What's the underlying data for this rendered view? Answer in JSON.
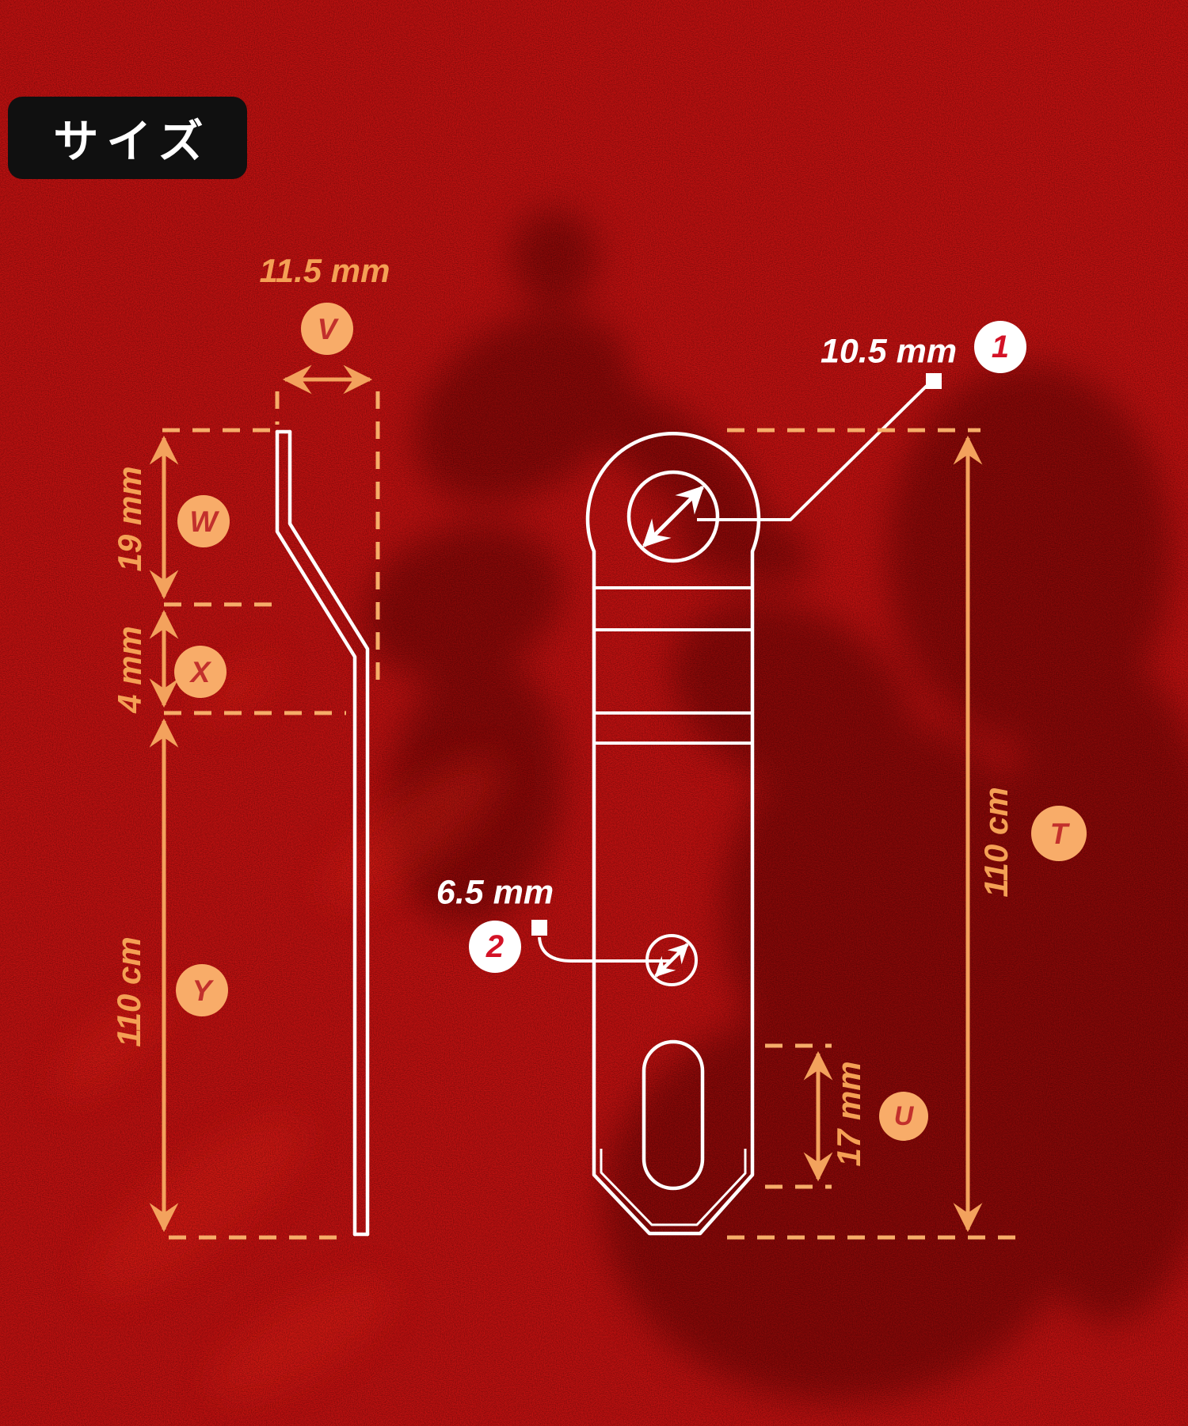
{
  "title_badge": "サイズ",
  "colors": {
    "background_red": "#C31111",
    "silhouette_dark": "#520505",
    "accent_orange_line": "#F3A25D",
    "accent_orange_dash": "#F6AD69",
    "accent_orange_text": "#F4A055",
    "badge_circle_fill": "#F8AC69",
    "badge_letter_red": "#C2302C",
    "line_white": "#FFFFFF",
    "number_red": "#D31226",
    "title_badge_black": "#101010"
  },
  "side_view": {
    "width": {
      "marker": "V",
      "value": "11.5 mm"
    },
    "sections": [
      {
        "marker": "W",
        "value": "19 mm"
      },
      {
        "marker": "X",
        "value": "4 mm"
      },
      {
        "marker": "Y",
        "value": "110 cm"
      }
    ]
  },
  "front_view": {
    "top_hole": {
      "marker": "1",
      "value": "10.5 mm"
    },
    "small_hole": {
      "marker": "2",
      "value": "6.5 mm"
    },
    "slot": {
      "marker": "U",
      "value": "17 mm"
    },
    "height": {
      "marker": "T",
      "value": "110 cm"
    }
  }
}
